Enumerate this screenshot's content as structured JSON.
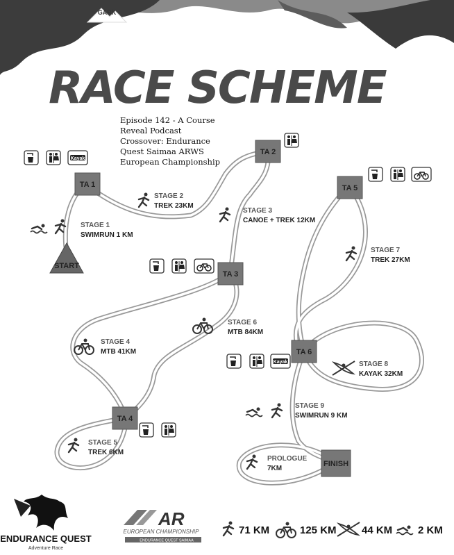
{
  "header": {
    "logo_text": "GARK",
    "title": "RACE SCHEME",
    "caption": "Episode 142 - A Course Reveal Podcast Crossover: Endurance Quest Saimaa ARWS European Championship"
  },
  "nodes": {
    "start": "START",
    "ta1": "TA 1",
    "ta2": "TA 2",
    "ta3": "TA 3",
    "ta4": "TA 4",
    "ta5": "TA 5",
    "ta6": "TA 6",
    "finish": "FINISH"
  },
  "stages": [
    {
      "label": "STAGE 1",
      "desc": "SWIMRUN  1 KM"
    },
    {
      "label": "STAGE 2",
      "desc": "TREK 23KM"
    },
    {
      "label": "STAGE 3",
      "desc": "CANOE + TREK 12KM"
    },
    {
      "label": "STAGE 4",
      "desc": "MTB 41KM"
    },
    {
      "label": "STAGE 5",
      "desc": "TREK 6KM"
    },
    {
      "label": "STAGE 6",
      "desc": "MTB 84KM"
    },
    {
      "label": "STAGE 7",
      "desc": "TREK 27KM"
    },
    {
      "label": "STAGE 8",
      "desc": "KAYAK 32KM"
    },
    {
      "label": "STAGE 9",
      "desc": "SWIMRUN  9 KM"
    },
    {
      "label": "PROLOGUE",
      "desc": "7KM"
    }
  ],
  "kayak_box_label": "Kayak",
  "footer": {
    "eq_name": "ENDURANCE QUEST",
    "eq_sub": "Adventure Race",
    "ar_logo": "AR",
    "ar_sub": "EUROPEAN CHAMPIONSHIP",
    "ar_sub2": "ENDURANCE QUEST SAIMAA",
    "summary": [
      {
        "icon": "trek-icon",
        "value": "71 KM"
      },
      {
        "icon": "bike-icon",
        "value": "125 KM"
      },
      {
        "icon": "kayak-icon",
        "value": "44 KM"
      },
      {
        "icon": "swim-icon",
        "value": "2 KM"
      }
    ]
  }
}
